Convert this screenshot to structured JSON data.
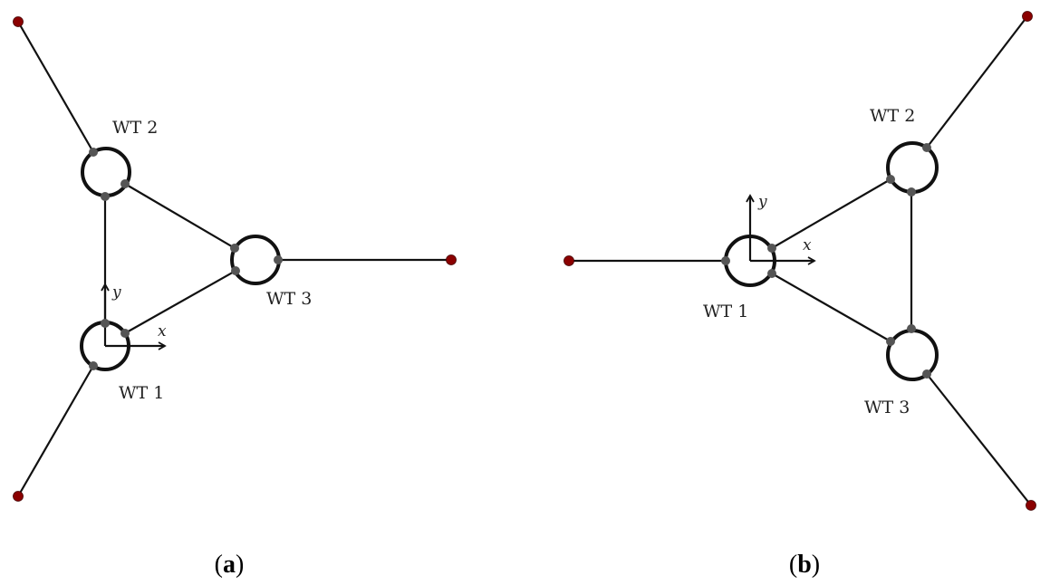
{
  "panels": [
    {
      "id": "a",
      "caption_letter": "a",
      "turbines": [
        "WT 1",
        "WT 2",
        "WT 3"
      ],
      "axis_x": "x",
      "axis_y": "y"
    },
    {
      "id": "b",
      "caption_letter": "b",
      "turbines": [
        "WT 1",
        "WT 2",
        "WT 3"
      ],
      "axis_x": "x",
      "axis_y": "y"
    }
  ],
  "caption_open": "(",
  "caption_close": ")",
  "colors": {
    "line": "#111111",
    "node": "#555555",
    "endpoint": "#8b0000"
  }
}
